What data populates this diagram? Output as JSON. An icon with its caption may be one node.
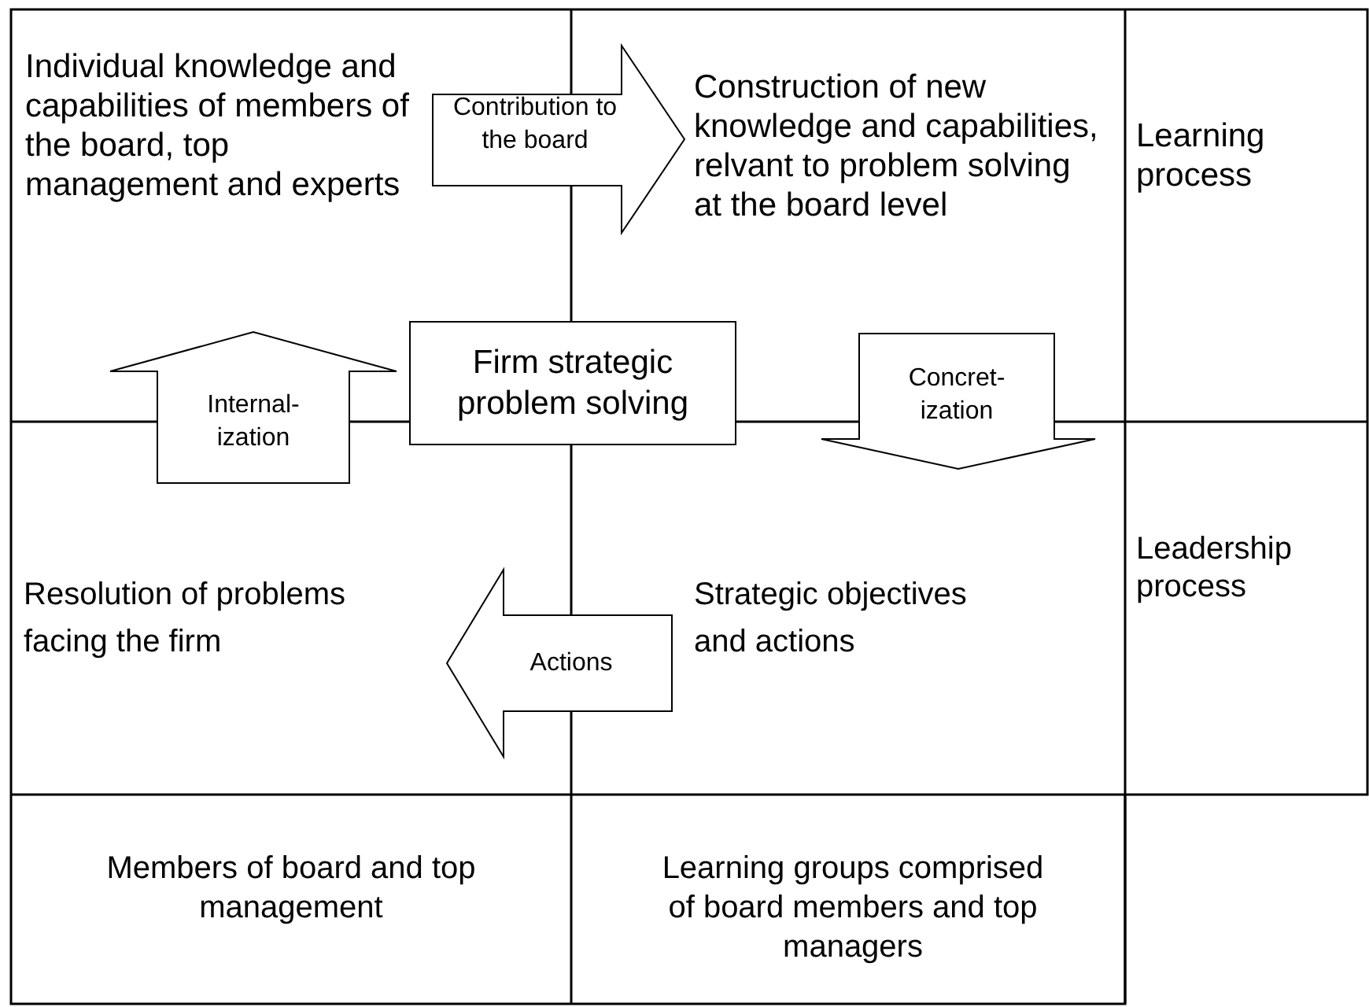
{
  "diagram": {
    "nodes": [
      {
        "text": [
          "Individual knowledge and capabilities of members of the board, top management and experts"
        ]
      },
      {
        "text": [
          "Construction of new knowledge and capabilities, relvant to problem solving at the board level"
        ]
      },
      {
        "text": [
          "Learning process"
        ]
      },
      {
        "text": [
          "Firm strategic problem solving"
        ]
      },
      {
        "text": [
          "Resolution of problems facing the firm"
        ]
      },
      {
        "text": [
          "Strategic objectives and actions"
        ]
      },
      {
        "text": [
          "Leadership process"
        ]
      },
      {
        "text": [
          "Members of board and top management"
        ]
      },
      {
        "text": [
          "Learning groups comprised of board members and top managers"
        ]
      }
    ],
    "edges": [
      {
        "from": 0,
        "to": 1,
        "arrow": "to",
        "label": "Contribution to the board"
      },
      {
        "from": 4,
        "to": 0,
        "arrow": "to",
        "label": "Internal- ization"
      },
      {
        "from": 1,
        "to": 5,
        "arrow": "to",
        "label": "Concret- ization"
      },
      {
        "from": 5,
        "to": 4,
        "arrow": "to",
        "label": "Actions"
      }
    ]
  }
}
